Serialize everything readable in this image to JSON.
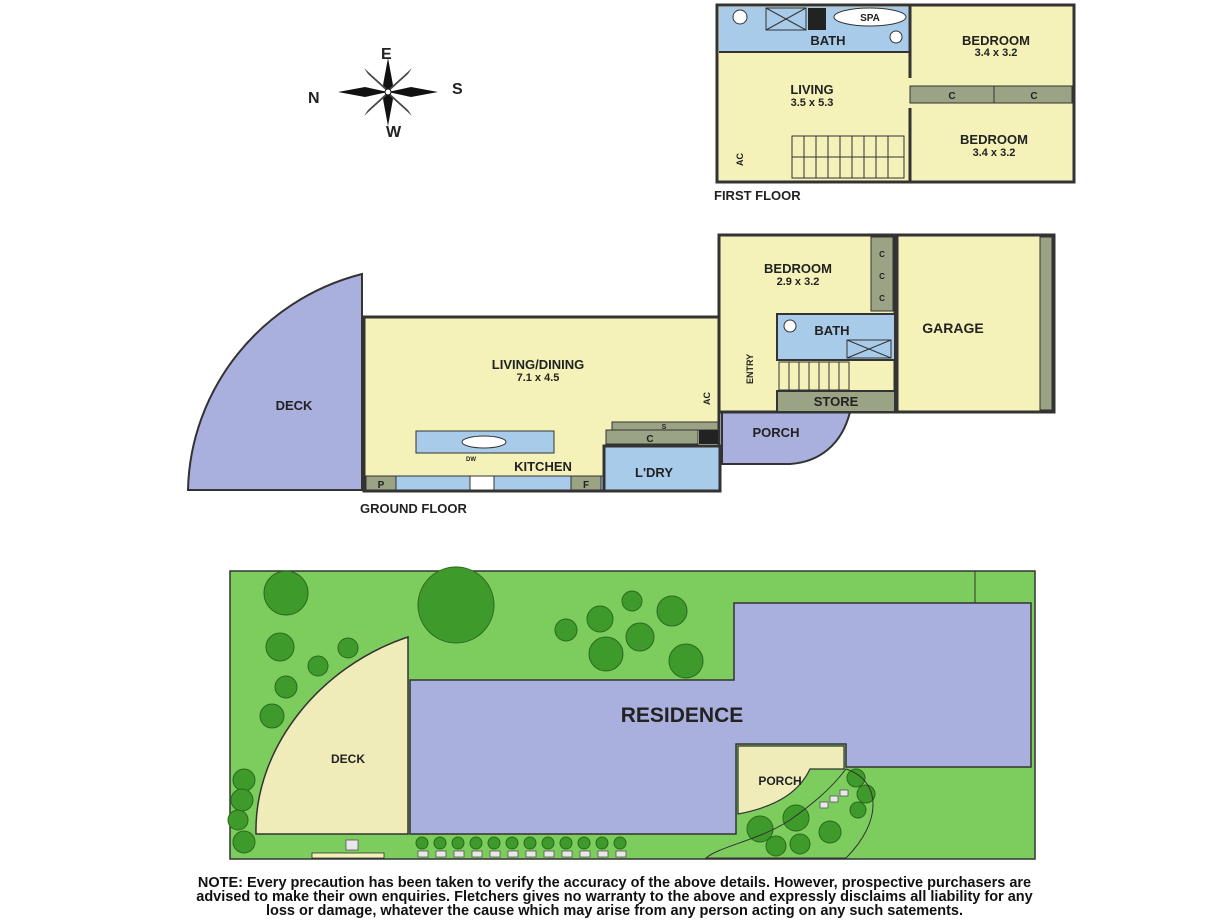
{
  "compass": {
    "n": "N",
    "e": "E",
    "s": "S",
    "w": "W"
  },
  "colors": {
    "room": "#f4f2b8",
    "wet": "#a9cbea",
    "deck": "#aab0dd",
    "garden": "#7ccd5e",
    "tree": "#3e9a2a",
    "wall": "#333333",
    "storage": "#9aa383"
  },
  "first_floor": {
    "label": "FIRST FLOOR",
    "bath": "BATH",
    "spa": "SPA",
    "bedroom1": {
      "name": "BEDROOM",
      "size": "3.4 x 3.2"
    },
    "bedroom2": {
      "name": "BEDROOM",
      "size": "3.4 x 3.2"
    },
    "living": {
      "name": "LIVING",
      "size": "3.5 x 5.3"
    },
    "ac": "AC",
    "cupboard": "C"
  },
  "ground_floor": {
    "label": "GROUND FLOOR",
    "deck": "DECK",
    "living_dining": {
      "name": "LIVING/DINING",
      "size": "7.1 x 4.5"
    },
    "kitchen": "KITCHEN",
    "dw": "DW",
    "pantry": "P",
    "fridge": "F",
    "laundry": "L'DRY",
    "cupboard": "C",
    "shelf": "S",
    "porch": "PORCH",
    "entry": "ENTRY",
    "ac": "AC",
    "bedroom": {
      "name": "BEDROOM",
      "size": "2.9 x 3.2"
    },
    "bath": "BATH",
    "store": "STORE",
    "garage": "GARAGE"
  },
  "site": {
    "residence": "RESIDENCE",
    "deck": "DECK",
    "porch": "PORCH"
  },
  "note": {
    "line1": "NOTE: Every precaution has been taken to verify the accuracy of the above details. However, prospective purchasers are",
    "line2": "advised to make their own enquiries.  Fletchers gives no warranty to the above and expressly disclaims all liability for any",
    "line3": "loss or damage, whatever the cause which may arise from any person acting on any such satements."
  }
}
